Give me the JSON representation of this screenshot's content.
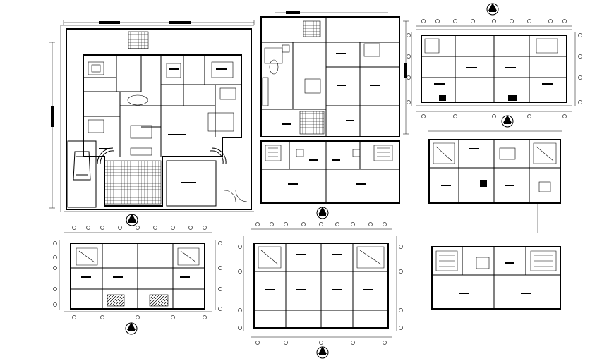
{
  "sheet": {
    "title": "",
    "background": "#ffffff",
    "line_color": "#000000"
  },
  "drawings": [
    {
      "id": "plan-large-house",
      "kind": "ground-floor-plan"
    },
    {
      "id": "plan-duplex-upper",
      "kind": "floor-plan"
    },
    {
      "id": "plan-duplex-lower",
      "kind": "floor-plan"
    },
    {
      "id": "plan-row-top-right",
      "kind": "dimensioned-plan"
    },
    {
      "id": "plan-row-mid-right",
      "kind": "floor-plan"
    },
    {
      "id": "plan-row-bottom-right",
      "kind": "floor-plan"
    },
    {
      "id": "plan-bottom-left",
      "kind": "dimensioned-plan"
    },
    {
      "id": "plan-bottom-center",
      "kind": "dimensioned-plan"
    }
  ],
  "north_arrows": 5
}
